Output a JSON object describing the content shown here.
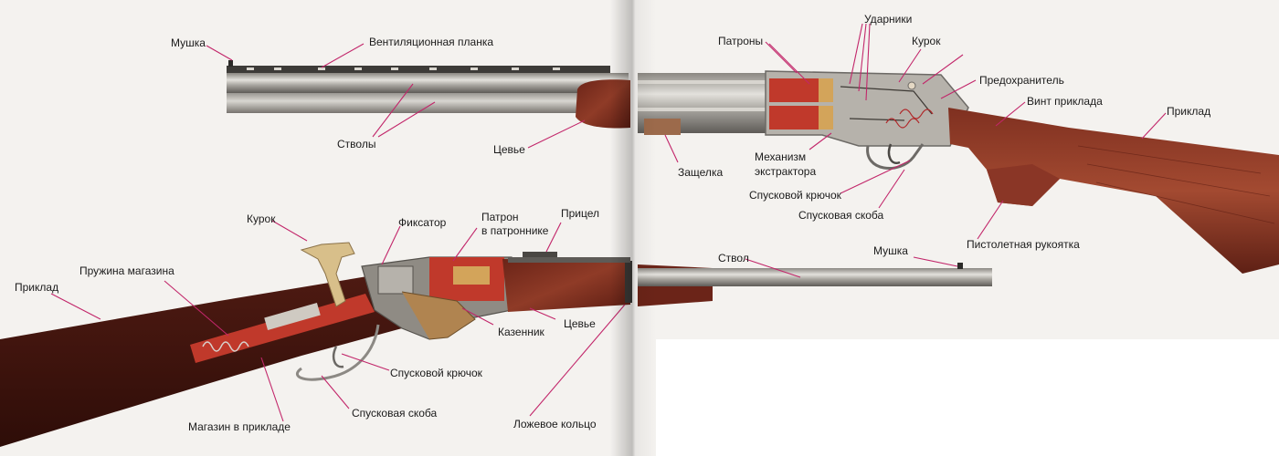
{
  "top_gun": {
    "labels": {
      "front_sight": "Мушка",
      "vent_rib": "Вентиляционная планка",
      "barrels": "Стволы",
      "forend": "Цевье",
      "latch": "Защелка",
      "cartridges": "Патроны",
      "strikers": "Ударники",
      "hammer": "Курок",
      "safety": "Предохранитель",
      "stock_screw": "Винт приклада",
      "stock": "Приклад",
      "extractor_line1": "Механизм",
      "extractor_line2": "экстрактора",
      "trigger": "Спусковой крючок",
      "trigger_guard": "Спусковая скоба",
      "pistol_grip": "Пистолетная рукоятка"
    }
  },
  "bottom_gun": {
    "labels": {
      "hammer": "Курок",
      "retainer": "Фиксатор",
      "chambered_line1": "Патрон",
      "chambered_line2": "в патроннике",
      "rear_sight": "Прицел",
      "magazine_spring": "Пружина магазина",
      "stock": "Приклад",
      "barrel": "Ствол",
      "front_sight": "Мушка",
      "breech": "Казенник",
      "forend": "Цевье",
      "trigger": "Спусковой крючок",
      "trigger_guard": "Спусковая скоба",
      "magazine_in_stock": "Магазин в прикладе",
      "barrel_band": "Ложевое кольцо"
    }
  },
  "colors": {
    "leader": "#c2266a",
    "wood_dark": "#5a1f14",
    "wood_mid": "#7a2f1f",
    "wood_light": "#9a4a33",
    "steel_dark": "#6d6a66",
    "steel_light": "#c9c7c2",
    "brass": "#c9a46a",
    "cutaway_red": "#c0392b"
  }
}
